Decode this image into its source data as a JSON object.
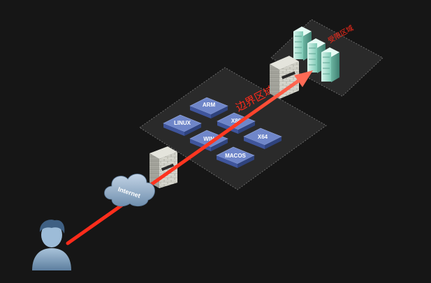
{
  "zones": {
    "border_zone_label": "边界区域",
    "core_zone_label": "受限区域"
  },
  "cloud": {
    "label": "Internet"
  },
  "nodes": [
    {
      "label": "ARM"
    },
    {
      "label": "LINUX"
    },
    {
      "label": "X86"
    },
    {
      "label": "WIN"
    },
    {
      "label": "X64"
    },
    {
      "label": "MACOS"
    }
  ],
  "colors": {
    "background": "#161616",
    "zone_fill": "#2a2a2a",
    "zone_border": "#6a6a6a",
    "arrow": "#ff2a1a",
    "node_top": "#6f86c9",
    "node_front": "#3f559c",
    "zone_text": "#ff2a1a",
    "server": "#9fe0cf",
    "firewall": "#cfcfc6",
    "user": "#7f9fbf"
  },
  "icons": [
    "user-icon",
    "cloud-icon",
    "firewall-icon",
    "server-rack-icon",
    "network-switch-icon"
  ]
}
